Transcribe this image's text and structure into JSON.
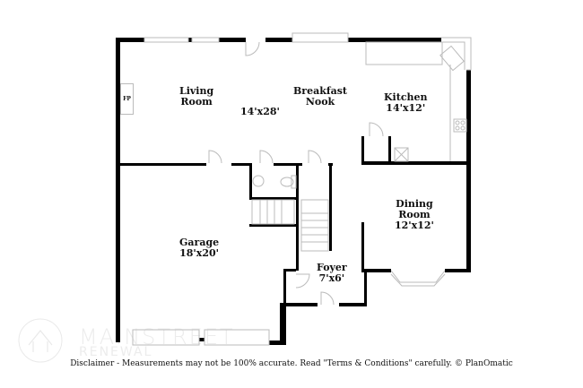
{
  "rooms": {
    "living": {
      "name_line1": "Living",
      "name_line2": "Room"
    },
    "shared_dim": "14'x28'",
    "breakfast": {
      "name_line1": "Breakfast",
      "name_line2": "Nook"
    },
    "kitchen": {
      "name": "Kitchen",
      "dim": "14'x12'"
    },
    "dining": {
      "name_line1": "Dining",
      "name_line2": "Room",
      "dim": "12'x12'"
    },
    "garage": {
      "name": "Garage",
      "dim": "18'x20'"
    },
    "foyer": {
      "name": "Foyer",
      "dim": "7'x6'"
    }
  },
  "fixtures": {
    "fireplace": "FP"
  },
  "watermark": {
    "line1": "MAINSTREET",
    "line2": "RENEWAL"
  },
  "footer": {
    "disclaimer": "Disclaimer - Measurements may not be 100% accurate. Read \"Terms & Conditions\" carefully. © PlanOmatic"
  },
  "colors": {
    "wall": "#000000",
    "fixture": "#bbbbbb",
    "background": "#ffffff"
  }
}
